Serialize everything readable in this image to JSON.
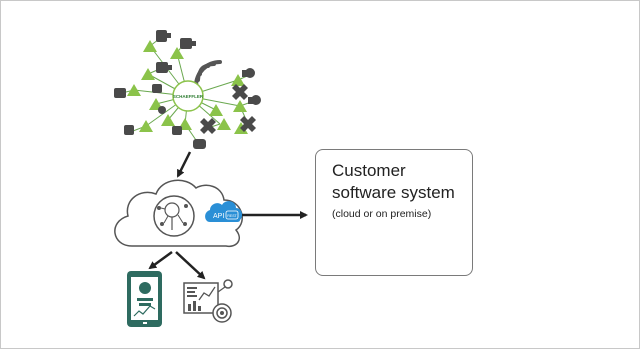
{
  "hub": {
    "brand_label": "SCHAEFFLER"
  },
  "api_badge": {
    "label": "API",
    "tag": "REST"
  },
  "customer_box": {
    "title_line1": "Customer",
    "title_line2": "software system",
    "subtitle": "(cloud or on premise)"
  },
  "colors": {
    "green": "#8bc34a",
    "dark_gray": "#444444",
    "blue": "#2a8fd6",
    "teal": "#2e6b60",
    "line": "#222222"
  }
}
